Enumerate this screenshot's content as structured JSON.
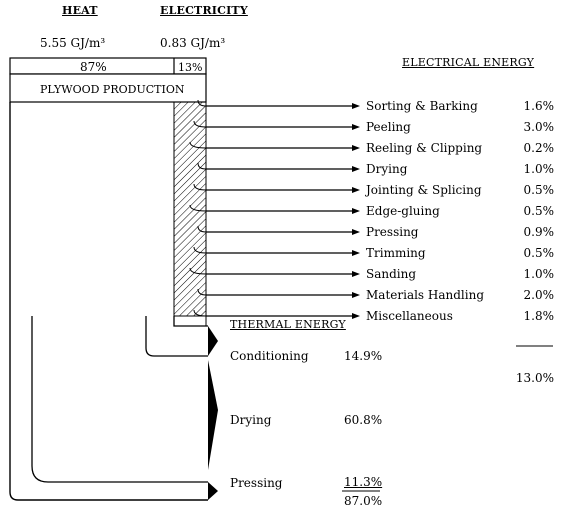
{
  "headers": {
    "heat": "HEAT",
    "electricity": "ELECTRICITY",
    "heat_value": "5.55 GJ/m³",
    "electricity_value": "0.83 GJ/m³"
  },
  "bar": {
    "heat_pct": "87%",
    "elec_pct": "13%",
    "production_label": "PLYWOOD PRODUCTION"
  },
  "electrical": {
    "title": "ELECTRICAL ENERGY",
    "items": [
      {
        "label": "Sorting & Barking",
        "value": "1.6%"
      },
      {
        "label": "Peeling",
        "value": "3.0%"
      },
      {
        "label": "Reeling & Clipping",
        "value": "0.2%"
      },
      {
        "label": "Drying",
        "value": "1.0%"
      },
      {
        "label": "Jointing & Splicing",
        "value": "0.5%"
      },
      {
        "label": "Edge-gluing",
        "value": "0.5%"
      },
      {
        "label": "Pressing",
        "value": "0.9%"
      },
      {
        "label": "Trimming",
        "value": "0.5%"
      },
      {
        "label": "Sanding",
        "value": "1.0%"
      },
      {
        "label": "Materials Handling",
        "value": "2.0%"
      },
      {
        "label": "Miscellaneous",
        "value": "1.8%"
      }
    ],
    "total": "13.0%"
  },
  "thermal": {
    "title": "THERMAL ENERGY",
    "items": [
      {
        "label": "Conditioning",
        "value": "14.9%"
      },
      {
        "label": "Drying",
        "value": "60.8%"
      },
      {
        "label": "Pressing",
        "value": "11.3%"
      }
    ],
    "total": "87.0%"
  }
}
